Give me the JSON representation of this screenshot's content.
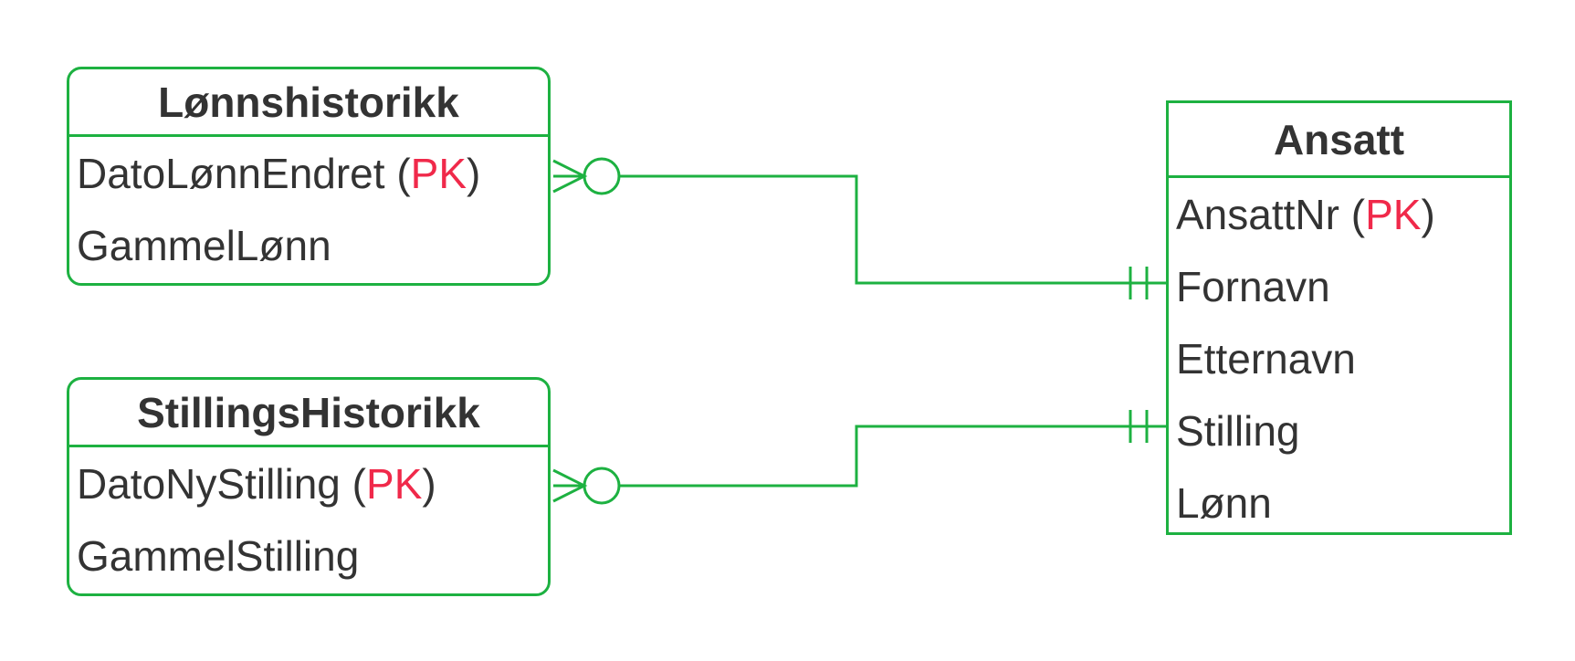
{
  "entities": {
    "lonnshistorikk": {
      "name": "Lønnshistorikk",
      "attributes": [
        {
          "name": "DatoLønnEndret",
          "pk": "PK"
        },
        {
          "name": "GammelLønn"
        }
      ]
    },
    "stillingshistorikk": {
      "name": "StillingsHistorikk",
      "attributes": [
        {
          "name": "DatoNyStilling",
          "pk": "PK"
        },
        {
          "name": "GammelStilling"
        }
      ]
    },
    "ansatt": {
      "name": "Ansatt",
      "attributes": [
        {
          "name": "AnsattNr",
          "pk": "PK"
        },
        {
          "name": "Fornavn"
        },
        {
          "name": "Etternavn"
        },
        {
          "name": "Stilling"
        },
        {
          "name": "Lønn"
        }
      ]
    }
  },
  "relationships": [
    {
      "from": "Lønnshistorikk",
      "from_cardinality": "zero-or-many",
      "to": "Ansatt",
      "to_cardinality": "exactly-one"
    },
    {
      "from": "StillingsHistorikk",
      "from_cardinality": "zero-or-many",
      "to": "Ansatt",
      "to_cardinality": "exactly-one"
    }
  ],
  "colors": {
    "border": "#1db141",
    "pk": "#f0294a",
    "text": "#333333"
  }
}
